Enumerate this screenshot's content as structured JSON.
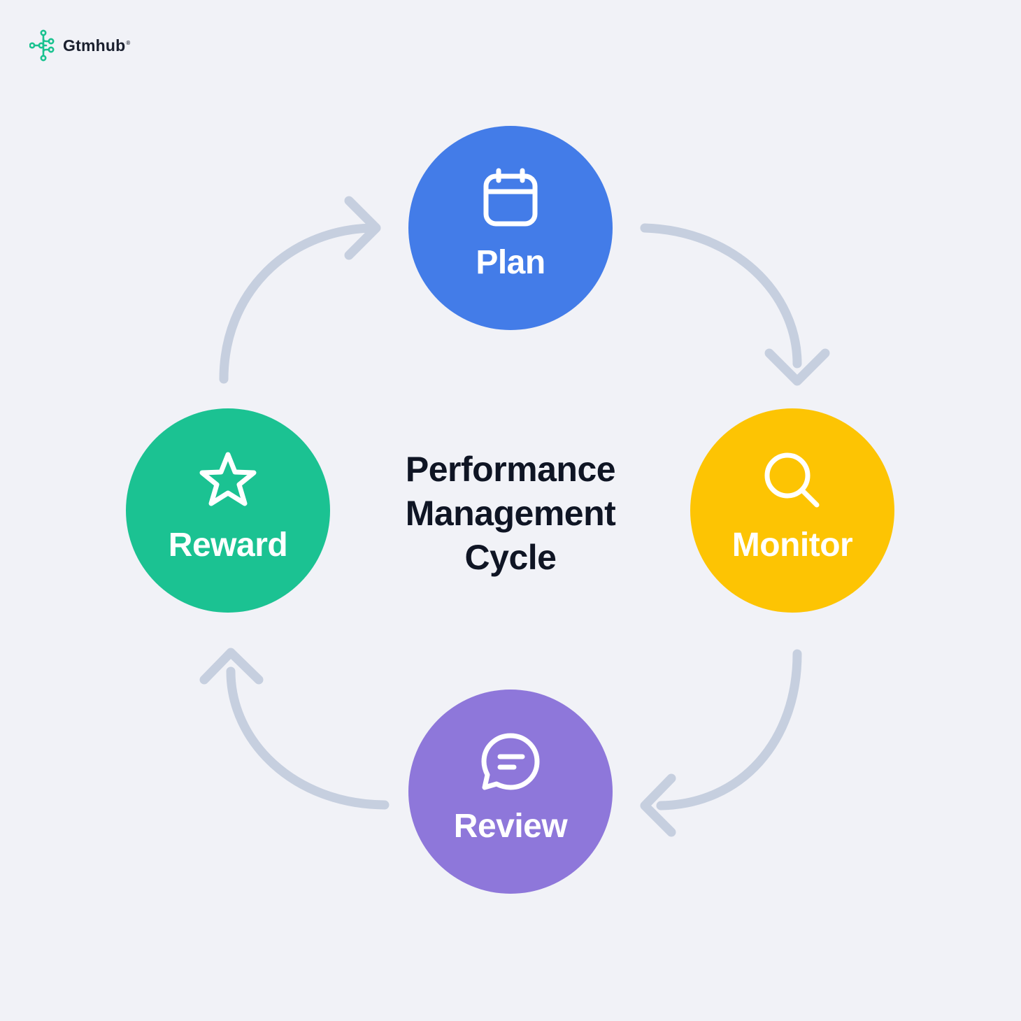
{
  "brand": {
    "name": "Gtmhub",
    "registered_mark": "®",
    "logo_color": "#19c28f"
  },
  "title": {
    "lines": [
      "Performance",
      "Management",
      "Cycle"
    ]
  },
  "arrow_color": "#c6cfdf",
  "steps": [
    {
      "label": "Plan",
      "color": "#437ce8",
      "icon": "calendar-icon"
    },
    {
      "label": "Monitor",
      "color": "#fdc403",
      "icon": "search-icon"
    },
    {
      "label": "Review",
      "color": "#8e77da",
      "icon": "chat-bubble-icon"
    },
    {
      "label": "Reward",
      "color": "#1bc292",
      "icon": "star-icon"
    }
  ]
}
